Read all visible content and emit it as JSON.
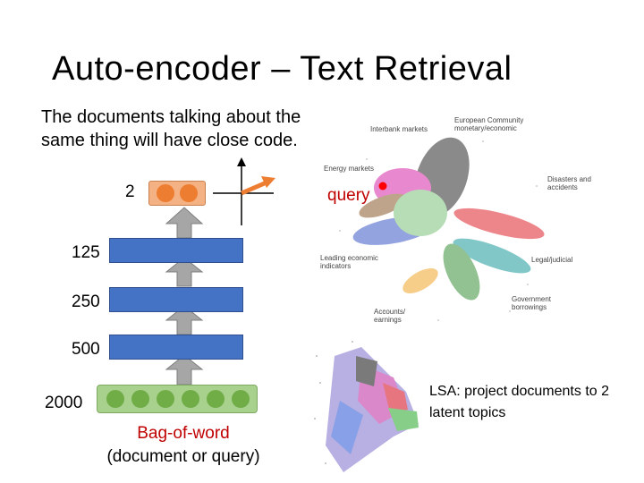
{
  "title": "Auto-encoder – Text Retrieval",
  "description": "The documents talking about the same thing will have close code.",
  "layers": {
    "code": "2",
    "hidden1": "125",
    "hidden2": "250",
    "hidden3": "500",
    "input": "2000"
  },
  "input_caption_line1": "Bag-of-word",
  "input_caption_line2": "(document or query)",
  "query_label": "query",
  "lsa_caption": "LSA: project documents to 2 latent topics",
  "plot_labels": {
    "european": "European Community monetary/economic",
    "interbank": "Interbank markets",
    "energy": "Energy markets",
    "disasters": "Disasters and accidents",
    "leading": "Leading economic indicators",
    "legal": "Legal/judicial",
    "government": "Government borrowings",
    "accounts": "Accounts/ earnings"
  },
  "colors": {
    "layer": "#4472c4",
    "input": "#a9d18e",
    "code": "#f4b183",
    "arrow": "#a6a6a6",
    "query": "#c00000",
    "code_arrow": "#ed7d31"
  }
}
